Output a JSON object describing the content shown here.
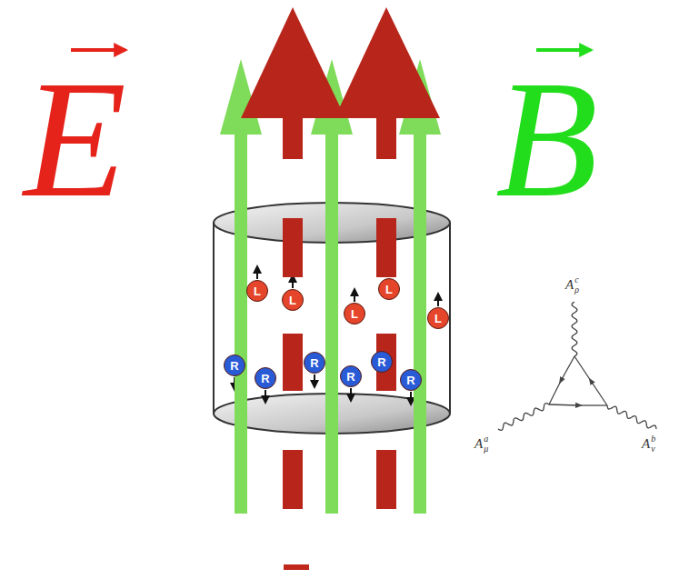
{
  "diagram": {
    "nodes": [
      {
        "text": [
          "L"
        ]
      },
      {
        "text": [
          "L"
        ]
      },
      {
        "text": [
          "L"
        ]
      },
      {
        "text": [
          "L"
        ]
      },
      {
        "text": [
          "L"
        ]
      },
      {
        "text": [
          "R"
        ]
      },
      {
        "text": [
          "R"
        ]
      },
      {
        "text": [
          "R"
        ]
      },
      {
        "text": [
          "R"
        ]
      },
      {
        "text": [
          "R"
        ]
      },
      {
        "text": [
          "R"
        ]
      }
    ],
    "labels": [
      "E",
      "B",
      "A",
      "c",
      "ρ",
      "A",
      "a",
      "μ",
      "A",
      "b",
      "ν"
    ]
  }
}
